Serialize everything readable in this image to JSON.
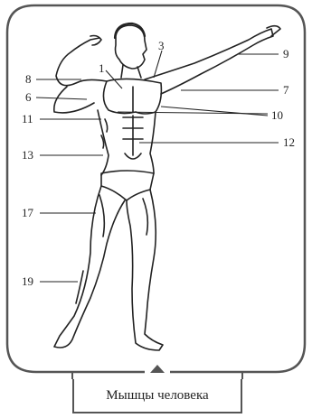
{
  "caption": "Мышцы человека",
  "labels": [
    "1",
    "3",
    "9",
    "8",
    "6",
    "7",
    "11",
    "10",
    "13",
    "12",
    "17",
    "19"
  ],
  "colors": {
    "frame": "#555555",
    "line": "#222222",
    "background": "#ffffff"
  }
}
